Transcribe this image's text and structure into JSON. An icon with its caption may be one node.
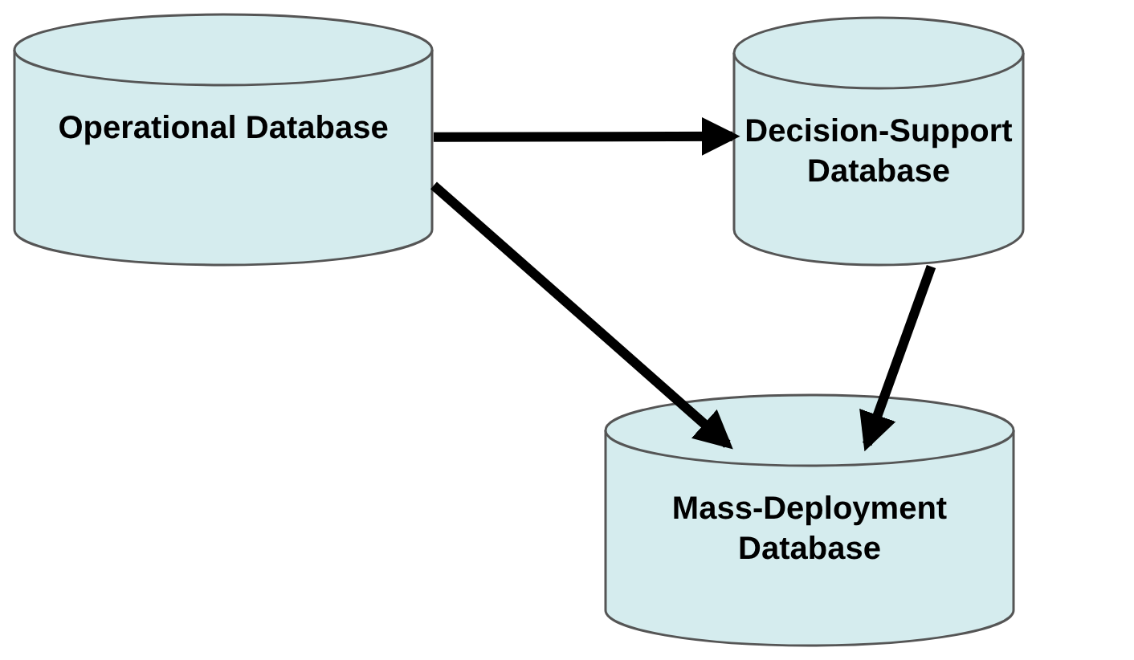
{
  "diagram": {
    "nodes": [
      {
        "text": [
          "Operational Database"
        ]
      },
      {
        "text": [
          "Decision-Support Database"
        ]
      },
      {
        "text": [
          "Mass-Deployment Database"
        ]
      }
    ],
    "edges": [
      {
        "from": 0,
        "to": 1,
        "arrow": "to"
      },
      {
        "from": 0,
        "to": 2,
        "arrow": "to"
      },
      {
        "from": 1,
        "to": 2,
        "arrow": "to"
      }
    ]
  }
}
